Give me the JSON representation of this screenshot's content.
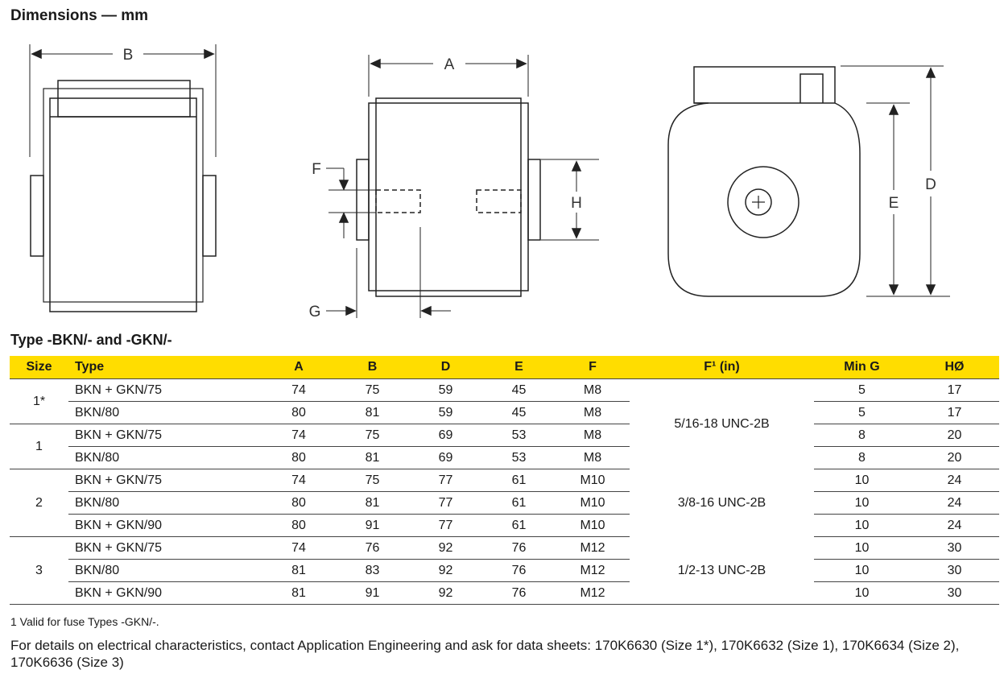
{
  "title": "Dimensions — mm",
  "drawing_labels": {
    "A": "A",
    "B": "B",
    "D": "D",
    "E": "E",
    "F": "F",
    "G": "G",
    "H": "H"
  },
  "section_title": "Type -BKN/- and -GKN/-",
  "table": {
    "headers": [
      "Size",
      "Type",
      "A",
      "B",
      "D",
      "E",
      "F",
      "F¹ (in)",
      "Min G",
      "HØ"
    ],
    "rows": [
      {
        "size": "1*",
        "type": "BKN + GKN/75",
        "a": "74",
        "b": "75",
        "d": "59",
        "e": "45",
        "f": "M8",
        "f_in": "5/16-18 UNC-2B",
        "g": "5",
        "h": "17"
      },
      {
        "size": "",
        "type": "BKN/80",
        "a": "80",
        "b": "81",
        "d": "59",
        "e": "45",
        "f": "M8",
        "f_in": "",
        "g": "5",
        "h": "17"
      },
      {
        "size": "1",
        "type": "BKN + GKN/75",
        "a": "74",
        "b": "75",
        "d": "69",
        "e": "53",
        "f": "M8",
        "f_in": "",
        "g": "8",
        "h": "20"
      },
      {
        "size": "",
        "type": "BKN/80",
        "a": "80",
        "b": "81",
        "d": "69",
        "e": "53",
        "f": "M8",
        "f_in": "",
        "g": "8",
        "h": "20"
      },
      {
        "size": "2",
        "type": "BKN + GKN/75",
        "a": "74",
        "b": "75",
        "d": "77",
        "e": "61",
        "f": "M10",
        "f_in": "3/8-16 UNC-2B",
        "g": "10",
        "h": "24"
      },
      {
        "size": "",
        "type": "BKN/80",
        "a": "80",
        "b": "81",
        "d": "77",
        "e": "61",
        "f": "M10",
        "f_in": "",
        "g": "10",
        "h": "24"
      },
      {
        "size": "",
        "type": "BKN + GKN/90",
        "a": "80",
        "b": "91",
        "d": "77",
        "e": "61",
        "f": "M10",
        "f_in": "",
        "g": "10",
        "h": "24"
      },
      {
        "size": "3",
        "type": "BKN + GKN/75",
        "a": "74",
        "b": "76",
        "d": "92",
        "e": "76",
        "f": "M12",
        "f_in": "1/2-13 UNC-2B",
        "g": "10",
        "h": "30"
      },
      {
        "size": "",
        "type": "BKN/80",
        "a": "81",
        "b": "83",
        "d": "92",
        "e": "76",
        "f": "M12",
        "f_in": "",
        "g": "10",
        "h": "30"
      },
      {
        "size": "",
        "type": "BKN + GKN/90",
        "a": "81",
        "b": "91",
        "d": "92",
        "e": "76",
        "f": "M12",
        "f_in": "",
        "g": "10",
        "h": "30"
      }
    ]
  },
  "footnote": "1  Valid for fuse Types -GKN/-.",
  "details": "For details on electrical characteristics, contact Application Engineering and ask for data sheets: 170K6630 (Size 1*), 170K6632 (Size 1), 170K6634 (Size 2), 170K6636 (Size 3)"
}
